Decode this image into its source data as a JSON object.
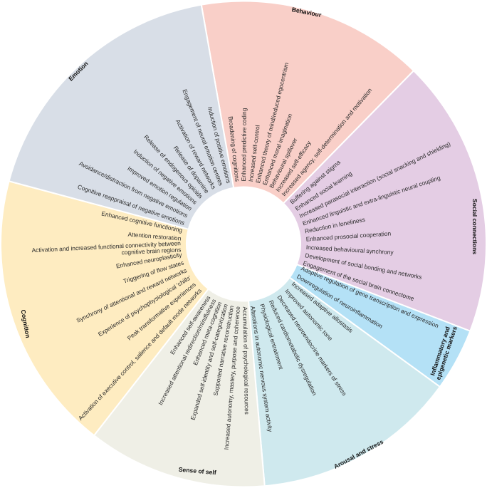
{
  "sectors": [
    {
      "title": "Behaviour",
      "color": "#f9cfc8",
      "items": [
        "Broadening of cognitions",
        "Enhanced predictive coding",
        "Increased self-control",
        "Enhanced theory of mind/reduced egocentrism",
        "Enhanced moral imagination",
        "Behavioural spillover",
        "Increased self-efficacy",
        "Increased agency, self-determination and motivation"
      ]
    },
    {
      "title": "Social connections",
      "color": "#e4cde4",
      "items": [
        "Buffering against stigma",
        "Enhanced social learning",
        "Increased parasocial interaction (social snacking and shielding)",
        "Enhanced linguistic and extra-linguistic neural coupling",
        "Reduction in loneliness",
        "Enhanced prosocial cooperation",
        "Increased behavioural synchrony",
        "Development of social bonding and networks",
        "Engagement of the social brain connectome"
      ]
    },
    {
      "title": "Inflammatory and epigenetic markers",
      "color": "#b4e1f6",
      "items": [
        "Adaptive regulation of gene transcription and expression",
        "Downregulation of neuroinflammation"
      ]
    },
    {
      "title": "Arousal and stress",
      "color": "#cfe9ee",
      "items": [
        "Increased adaptive allostasis",
        "Improved autonomic tone",
        "Decreased neuroendocrine markers of stress",
        "Reduced cardiometabolic dysregulation",
        "Physiological entrainment",
        "Alterations in autonomic nervous system activity"
      ]
    },
    {
      "title": "Sense of self",
      "color": "#efefe6",
      "items": [
        "Accumulation of psychological resources",
        "Increased autonomy, mastery, purpose and coherence",
        "Supported narrative reconstruction",
        "Expanded self-identity and self-categorization",
        "Enhanced meta-cognition",
        "Increased attentional redirection/mindfulness",
        "Enhanced self-awareness"
      ]
    },
    {
      "title": "Cognition",
      "color": "#feecc1",
      "items": [
        "Activation of executive control, salience and default mode networks",
        "Peak transformative experiences",
        "Experience of psychophysiological 'chills'",
        "Synchrony of attentional and reward networks",
        "Triggering of flow states",
        "Enhanced neuroplasticity",
        "Activation and increased functional connectivity between cognitive brain regions",
        "Attention restoration",
        "Enhanced cognitive functioning"
      ]
    },
    {
      "title": "Emotion",
      "color": "#d8dee7",
      "items": [
        "Cognitive reappraisal of negative emotions",
        "Avoidance/distraction from negative emotions",
        "Improved emotion regulation",
        "Induction of negative emotions",
        "Release of endogenous opioids",
        "Release of dopamine",
        "Activation of reward networks",
        "Engagement of neural emotion centres",
        "Induction of positive emotions"
      ]
    }
  ]
}
